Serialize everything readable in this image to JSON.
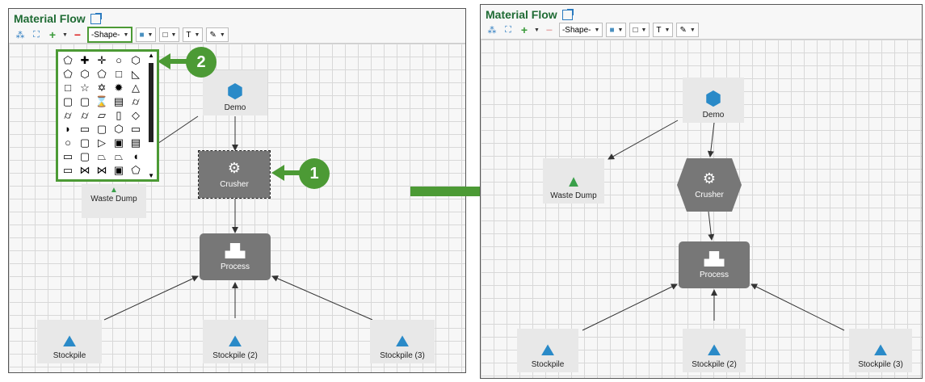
{
  "left_panel": {
    "title": "Material Flow",
    "shape_dropdown": "-Shape-",
    "nodes": {
      "demo": "Demo",
      "waste_dump": "Waste Dump",
      "crusher": "Crusher",
      "process": "Process",
      "stockpile1": "Stockpile",
      "stockpile2": "Stockpile (2)",
      "stockpile3": "Stockpile (3)"
    },
    "shape_palette": [
      "⬠",
      "✚",
      "✛",
      "○",
      "⬡",
      "⬠",
      "⬡",
      "⬠",
      "□",
      "◺",
      "□",
      "☆",
      "✡",
      "✹",
      "△",
      "▢",
      "▢",
      "⌛",
      "▤",
      "⌭",
      "⌭",
      "⌭",
      "▱",
      "▯",
      "◇",
      "◗",
      "▭",
      "▢",
      "⬡",
      "▭",
      "○",
      "▢",
      "▷",
      "▣",
      "▤",
      "▭",
      "▢",
      "⏢",
      "⏢",
      "◖",
      "▭",
      "⋈",
      "⋈",
      "▣",
      "⬠"
    ]
  },
  "right_panel": {
    "title": "Material Flow",
    "shape_dropdown": "-Shape-",
    "nodes": {
      "demo": "Demo",
      "waste_dump": "Waste Dump",
      "crusher": "Crusher",
      "process": "Process",
      "stockpile1": "Stockpile",
      "stockpile2": "Stockpile (2)",
      "stockpile3": "Stockpile (3)"
    }
  },
  "callouts": {
    "one": "1",
    "two": "2"
  },
  "colors": {
    "accent": "#4c9a35",
    "title": "#1f6b34",
    "node_dark": "#777777"
  }
}
